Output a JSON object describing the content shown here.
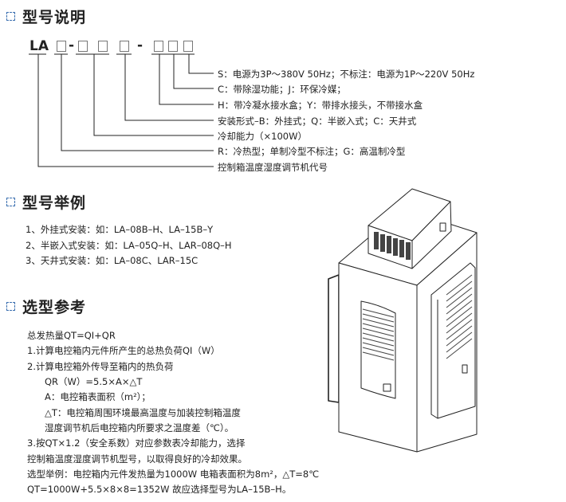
{
  "sections": {
    "model_desc": {
      "title": "型号说明"
    },
    "model_examples": {
      "title": "型号举例"
    },
    "selection": {
      "title": "选型参考"
    }
  },
  "code": {
    "prefix": "LA",
    "dash": "-"
  },
  "descriptions": [
    "S：电源为3P～380V  50Hz；不标注：电源为1P～220V 50Hz",
    "C：带除湿功能；J：环保冷媒；",
    "H：带冷凝水接水盒；Y：带排水接头，不带接水盒",
    "安装形式–B：外挂式；Q：半嵌入式；C：天井式",
    "冷却能力（×100W）",
    "R：冷热型；单制冷型不标注；G：高温制冷型",
    "控制箱温度湿度调节机代号"
  ],
  "examples": [
    "1、外挂式安装：如：LA–08B–H、LA–15B–Y",
    "2、半嵌入式安装：如：LA–05Q–H、LAR–08Q–H",
    "3、天井式安装：如：LA–08C、LAR–15C"
  ],
  "selection_lines": [
    "总发热量QT=QI+QR",
    "1.计算电控箱内元件所产生的总热负荷QI（W）",
    "2.计算电控箱外传导至箱内的热负荷",
    "QR（W）=5.5×A×△T",
    "A：电控箱表面积（m²）；",
    "△T：电控箱周围环境最高温度与加装控制箱温度",
    "湿度调节机后电控箱内所要求之温度差（℃）。",
    "3.按QT×1.2（安全系数）对应参数表冷却能力，选择",
    "控制箱温度湿度调节机型号，以取得良好的冷却效果。",
    "选型举例：电控箱内元件发热量为1000W   电箱表面积为8m²，△T=8℃",
    "QT=1000W+5.5×8×8=1352W   故应选择型号为LA–15B–H。"
  ]
}
